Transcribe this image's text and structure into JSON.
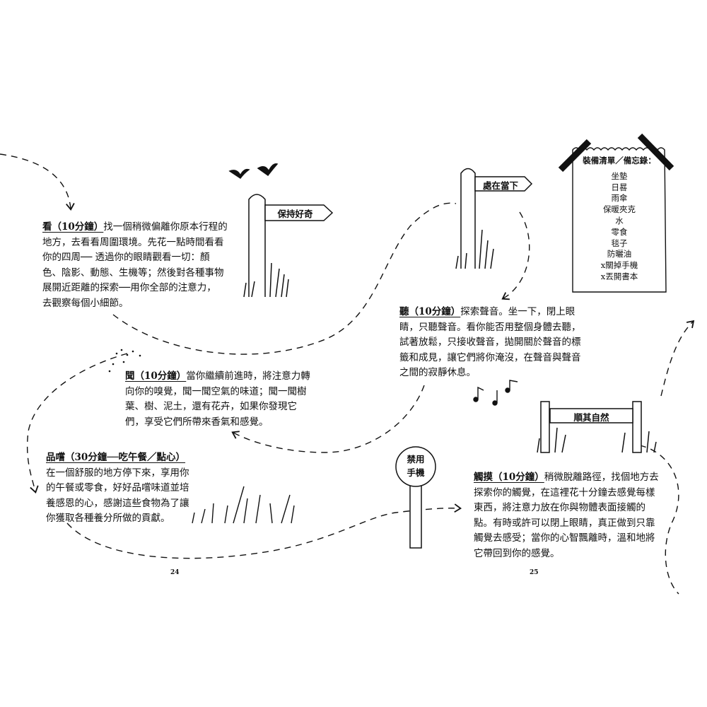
{
  "sections": {
    "look": {
      "title": "看（10分鐘）",
      "lines": [
        "找一個稍微偏離你原本行程的",
        "地方，去看看周圍環境。先花一點時間看看",
        "你的四周── 透過你的眼睛觀看一切：顏",
        "色、陰影、動態、生機等；然後對各種事物",
        "展開近距離的探索──用你全部的注意力，",
        "去觀察每個小細節。"
      ]
    },
    "listen": {
      "title": "聽（10分鐘）",
      "lines": [
        "探索聲音。坐一下，閉上眼",
        "睛，只聽聲音。看你能否用整個身體去聽，",
        "試著放鬆，只接收聲音，拋開關於聲音的標",
        "籤和成見，讓它們將你淹沒，在聲音與聲音",
        "之間的寂靜休息。"
      ]
    },
    "smell": {
      "title": "聞（10分鐘）",
      "lines": [
        "當你繼續前進時，將注意力轉",
        "向你的嗅覺，聞一聞空氣的味道；聞一聞樹",
        "葉、樹、泥土，還有花卉，如果你發現它",
        "們，享受它們所帶來香氣和感覺。"
      ]
    },
    "taste": {
      "title": "品嚐（30分鐘──吃午餐／點心）",
      "lines": [
        "在一個舒服的地方停下來，享用你",
        "的午餐或零食，好好品嚐味道並培",
        "養感恩的心，感謝這些食物為了讓",
        "你獲取各種養分所做的貢獻。"
      ]
    },
    "touch": {
      "title": "觸摸（10分鐘）",
      "lines": [
        "稍微脫離路徑，找個地方去",
        "探索你的觸覺，在這裡花十分鐘去感覺每樣",
        "東西，將注意力放在你與物體表面接觸的",
        "點。有時或許可以閉上眼睛，真正做到只靠",
        "觸覺去感受；當你的心智飄離時，溫和地將",
        "它帶回到你的感覺。"
      ]
    }
  },
  "signs": {
    "curious": "保持好奇",
    "present": "處在當下",
    "nature": "順其自然",
    "no_phone_1": "禁用",
    "no_phone_2": "手機"
  },
  "memo": {
    "title": "裝備清單／備忘錄：",
    "items": [
      "坐墊",
      "日晷",
      "雨傘",
      "保暖夾克",
      "水",
      "零食",
      "毯子",
      "防曬油",
      "x關掉手機",
      "x丟開書本"
    ]
  },
  "page_numbers": {
    "left": "24",
    "right": "25"
  }
}
